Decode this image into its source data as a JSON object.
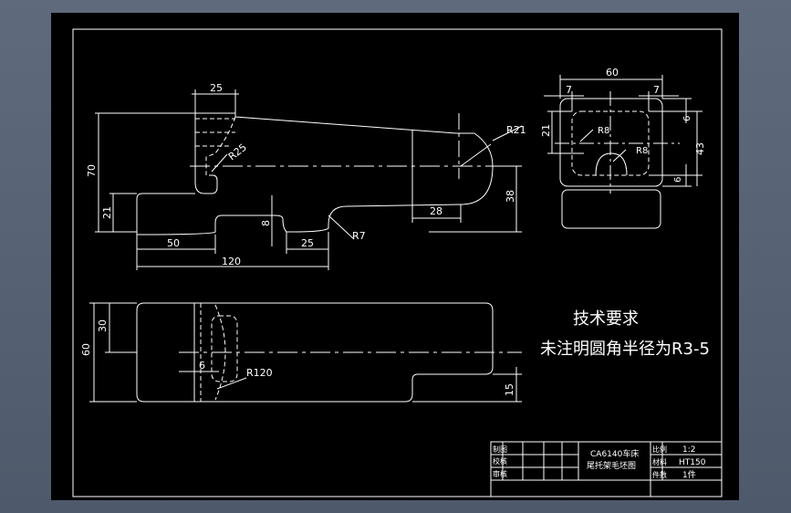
{
  "dims": {
    "top_width": "25",
    "overall_height": "70",
    "radius_inner": "R25",
    "radius_tip": "R21",
    "left_height": "21",
    "slot_depth": "8",
    "right_height": "38",
    "tip_width": "28",
    "radius_fillet": "R7",
    "len_50": "50",
    "len_25": "25",
    "len_120": "120",
    "side_width": "60",
    "side_7_left": "7",
    "side_7_right": "7",
    "side_21": "21",
    "side_r8_top": "R8",
    "side_r8_bottom": "R8",
    "side_6_top": "6",
    "side_43": "43",
    "side_6_bottom": "6",
    "plan_height": "60",
    "plan_30": "30",
    "plan_6": "6",
    "plan_r120": "R120",
    "plan_15": "15"
  },
  "notes": {
    "title": "技术要求",
    "line1": "未注明圆角半径为R3-5"
  },
  "title_block": {
    "drawn": "制图",
    "checked": "校核",
    "reviewed": "审核",
    "part_line1": "CA6140车床",
    "part_line2": "尾托架毛坯图",
    "scale_label": "比例",
    "scale_value": "1:2",
    "material_label": "材料",
    "material_value": "HT150",
    "qty_label": "件数",
    "qty_value": "1件"
  },
  "colors": {
    "background": "#000000",
    "line": "#ffffff",
    "window": "#56627a"
  }
}
